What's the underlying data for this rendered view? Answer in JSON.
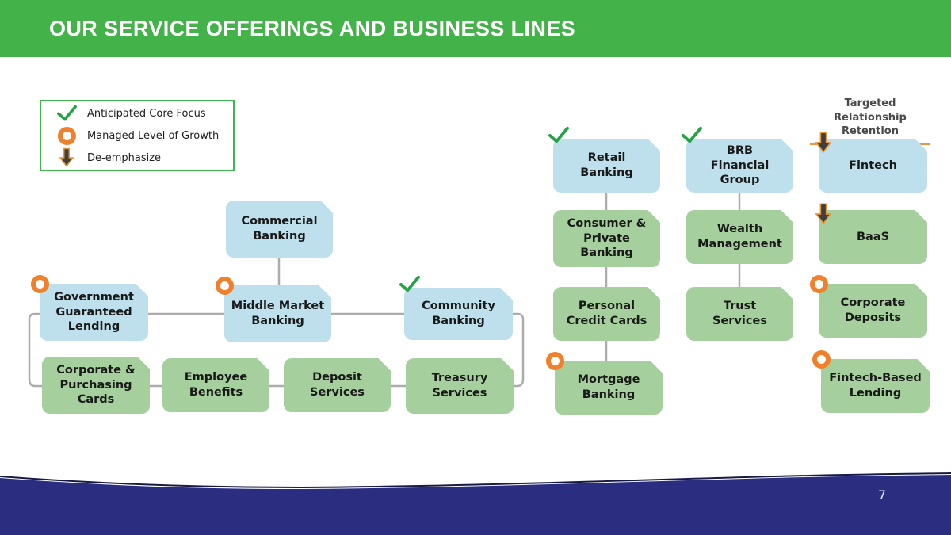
{
  "header": {
    "title": "OUR SERVICE OFFERINGS AND BUSINESS LINES"
  },
  "legend": {
    "items": [
      {
        "icon": "check-icon",
        "label": "Anticipated Core Focus"
      },
      {
        "icon": "donut-icon",
        "label": "Managed Level of Growth"
      },
      {
        "icon": "down-arrow-icon",
        "label": "De-emphasize"
      }
    ]
  },
  "retention": {
    "label": "Targeted Relationship\nRetention"
  },
  "boxes": [
    {
      "id": "commercial-banking",
      "label": "Commercial\nBanking",
      "color": "blue",
      "badge": "none"
    },
    {
      "id": "government-guaranteed-lending",
      "label": "Government\nGuaranteed\nLending",
      "color": "blue",
      "badge": "donut"
    },
    {
      "id": "middle-market-banking",
      "label": "Middle Market\nBanking",
      "color": "blue",
      "badge": "donut"
    },
    {
      "id": "community-banking",
      "label": "Community\nBanking",
      "color": "blue",
      "badge": "check"
    },
    {
      "id": "corporate-purchasing-cards",
      "label": "Corporate &\nPurchasing\nCards",
      "color": "green",
      "badge": "none"
    },
    {
      "id": "employee-benefits",
      "label": "Employee\nBenefits",
      "color": "green",
      "badge": "none"
    },
    {
      "id": "deposit-services",
      "label": "Deposit\nServices",
      "color": "green",
      "badge": "none"
    },
    {
      "id": "treasury-services",
      "label": "Treasury\nServices",
      "color": "green",
      "badge": "none"
    },
    {
      "id": "retail-banking",
      "label": "Retail\nBanking",
      "color": "blue",
      "badge": "check"
    },
    {
      "id": "consumer-private-banking",
      "label": "Consumer &\nPrivate\nBanking",
      "color": "green",
      "badge": "none"
    },
    {
      "id": "personal-credit-cards",
      "label": "Personal\nCredit Cards",
      "color": "green",
      "badge": "none"
    },
    {
      "id": "mortgage-banking",
      "label": "Mortgage\nBanking",
      "color": "green",
      "badge": "donut"
    },
    {
      "id": "brb-financial-group",
      "label": "BRB\nFinancial\nGroup",
      "color": "blue",
      "badge": "check"
    },
    {
      "id": "wealth-management",
      "label": "Wealth\nManagement",
      "color": "green",
      "badge": "none"
    },
    {
      "id": "trust-services",
      "label": "Trust\nServices",
      "color": "green",
      "badge": "none"
    },
    {
      "id": "fintech",
      "label": "Fintech",
      "color": "blue",
      "badge": "arrow"
    },
    {
      "id": "baas",
      "label": "BaaS",
      "color": "green",
      "badge": "arrow"
    },
    {
      "id": "corporate-deposits",
      "label": "Corporate\nDeposits",
      "color": "green",
      "badge": "donut"
    },
    {
      "id": "fintech-based-lending",
      "label": "Fintech-Based\nLending",
      "color": "green",
      "badge": "donut"
    }
  ],
  "footer": {
    "page_number": "7"
  },
  "colors": {
    "header_green": "#43B249",
    "legend_border": "#3CB54A",
    "box_blue": "#BEE0EC",
    "box_green": "#A5CF9C",
    "connector_gray": "#ACACAC",
    "badge_orange": "#F0802B",
    "check_green": "#27A347",
    "arrow_dark": "#3F3F3F",
    "arrow_outline": "#E5983B",
    "footer_navy": "#2B2E80"
  }
}
